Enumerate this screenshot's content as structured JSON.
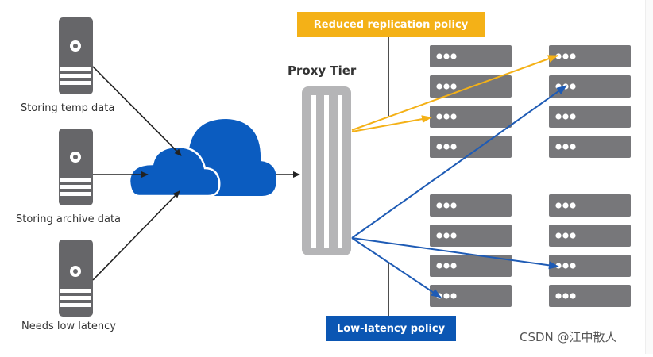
{
  "clients": [
    {
      "label": "Storing temp data"
    },
    {
      "label": "Storing archive data"
    },
    {
      "label": "Needs low latency"
    }
  ],
  "proxy": {
    "title": "Proxy Tier"
  },
  "policies": {
    "reduced": {
      "label": "Reduced replication policy",
      "color": "#F4B117"
    },
    "low_latency": {
      "label": "Low-latency policy",
      "color": "#0B56B3"
    }
  },
  "colors": {
    "server": "#666669",
    "cloud": "#0B5CC0",
    "proxy": "#B5B5B7",
    "storage": "#77777A",
    "arrow": "#222222"
  },
  "storage_groups": [
    {
      "name": "top",
      "columns": 2,
      "rows": 4
    },
    {
      "name": "bottom",
      "columns": 2,
      "rows": 4
    }
  ],
  "watermark": "CSDN @江中散人"
}
